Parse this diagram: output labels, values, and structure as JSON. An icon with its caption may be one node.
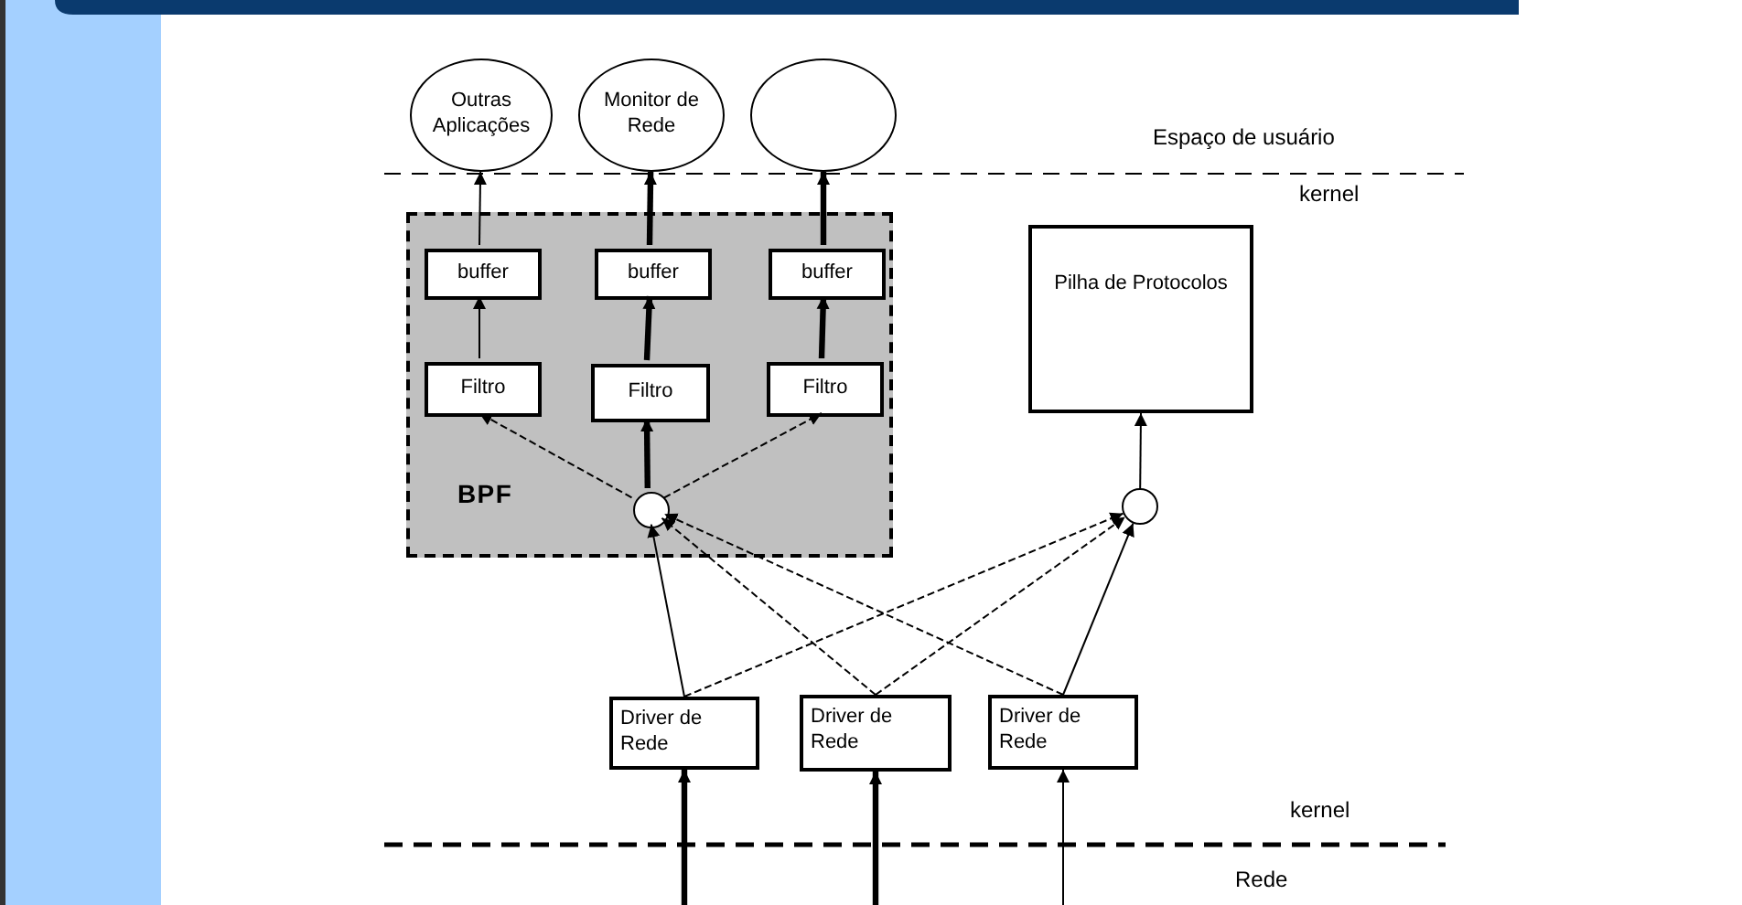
{
  "diagram": {
    "nodes": [
      {
        "text": [
          "Outras Aplicações"
        ]
      },
      {
        "text": [
          "Monitor de Rede"
        ]
      },
      {
        "text": [],
        "shape": "ellipse"
      },
      {
        "text": [
          "BPF"
        ]
      },
      {
        "text": [
          "buffer"
        ],
        "in": 3
      },
      {
        "text": [
          "buffer"
        ],
        "in": 3
      },
      {
        "text": [
          "buffer"
        ],
        "in": 3
      },
      {
        "text": [
          "Filtro"
        ],
        "in": 3
      },
      {
        "text": [
          "Filtro"
        ],
        "in": 3
      },
      {
        "text": [
          "Filtro"
        ],
        "in": 3
      },
      {
        "text": [],
        "shape": "circle",
        "in": 3
      },
      {
        "text": [
          "Pilha de Protocolos"
        ]
      },
      {
        "text": [],
        "shape": "circle"
      },
      {
        "text": [
          "Driver de Rede"
        ]
      },
      {
        "text": [
          "Driver de Rede"
        ]
      },
      {
        "text": [
          "Driver de Rede"
        ]
      }
    ],
    "edges": [
      {
        "from": 4,
        "to": 0,
        "arrow": "to"
      },
      {
        "from": 5,
        "to": 1,
        "arrow": "to",
        "style": "thick"
      },
      {
        "from": 6,
        "to": 2,
        "arrow": "to",
        "style": "thick"
      },
      {
        "from": 7,
        "to": 4,
        "arrow": "to"
      },
      {
        "from": 8,
        "to": 5,
        "arrow": "to",
        "style": "thick"
      },
      {
        "from": 9,
        "to": 6,
        "arrow": "to",
        "style": "thick"
      },
      {
        "from": 10,
        "to": 7,
        "arrow": "to",
        "style": "dashed"
      },
      {
        "from": 10,
        "to": 8,
        "arrow": "to",
        "style": "thick"
      },
      {
        "from": 10,
        "to": 9,
        "arrow": "to",
        "style": "dashed"
      },
      {
        "from": 12,
        "to": 11,
        "arrow": "to"
      },
      {
        "from": 13,
        "to": 10,
        "arrow": "to"
      },
      {
        "from": 13,
        "to": 12,
        "arrow": "to",
        "style": "dashed"
      },
      {
        "from": 14,
        "to": 10,
        "arrow": "to",
        "style": "dashed"
      },
      {
        "from": 14,
        "to": 12,
        "arrow": "to",
        "style": "dashed"
      },
      {
        "from": 15,
        "to": 10,
        "arrow": "to",
        "style": "dashed"
      },
      {
        "from": 15,
        "to": 12,
        "arrow": "to"
      },
      {
        "from": null,
        "to": 13,
        "arrow": "to",
        "style": "thick"
      },
      {
        "from": null,
        "to": 14,
        "arrow": "to",
        "style": "thick"
      },
      {
        "from": null,
        "to": 15,
        "arrow": "to"
      }
    ],
    "labels": [
      "Espaço de usuário",
      "kernel",
      "kernel",
      "Rede"
    ]
  }
}
